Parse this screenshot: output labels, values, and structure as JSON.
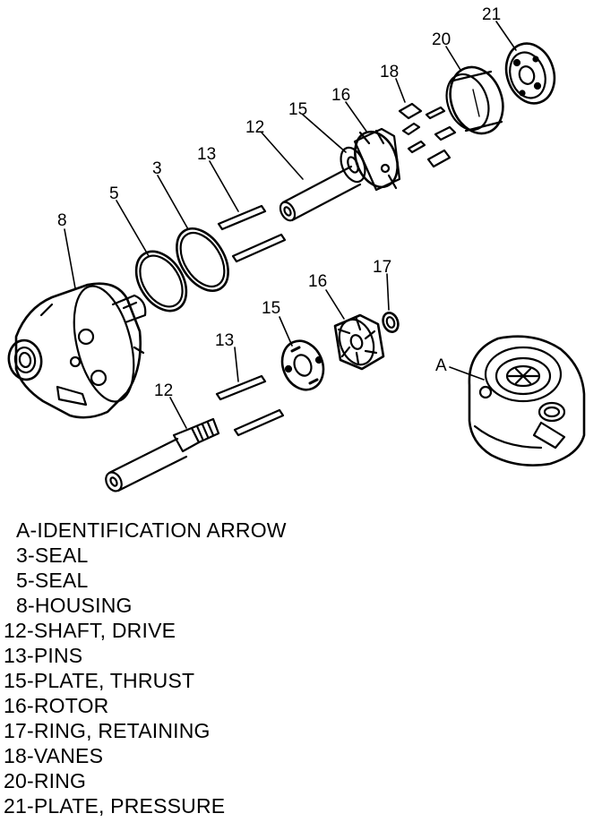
{
  "callouts": {
    "p21": "21",
    "p20": "20",
    "p18": "18",
    "p16a": "16",
    "p15a": "15",
    "p12a": "12",
    "p13a": "13",
    "p3": "3",
    "p5": "5",
    "p8": "8",
    "p17": "17",
    "p16b": "16",
    "p15b": "15",
    "p13b": "13",
    "p12b": "12",
    "pA": "A"
  },
  "legend": [
    "A-IDENTIFICATION ARROW",
    "3-SEAL",
    "5-SEAL",
    "8-HOUSING",
    "12-SHAFT, DRIVE",
    "13-PINS",
    "15-PLATE, THRUST",
    "16-ROTOR",
    "17-RING, RETAINING",
    "18-VANES",
    "20-RING",
    "21-PLATE, PRESSURE"
  ]
}
